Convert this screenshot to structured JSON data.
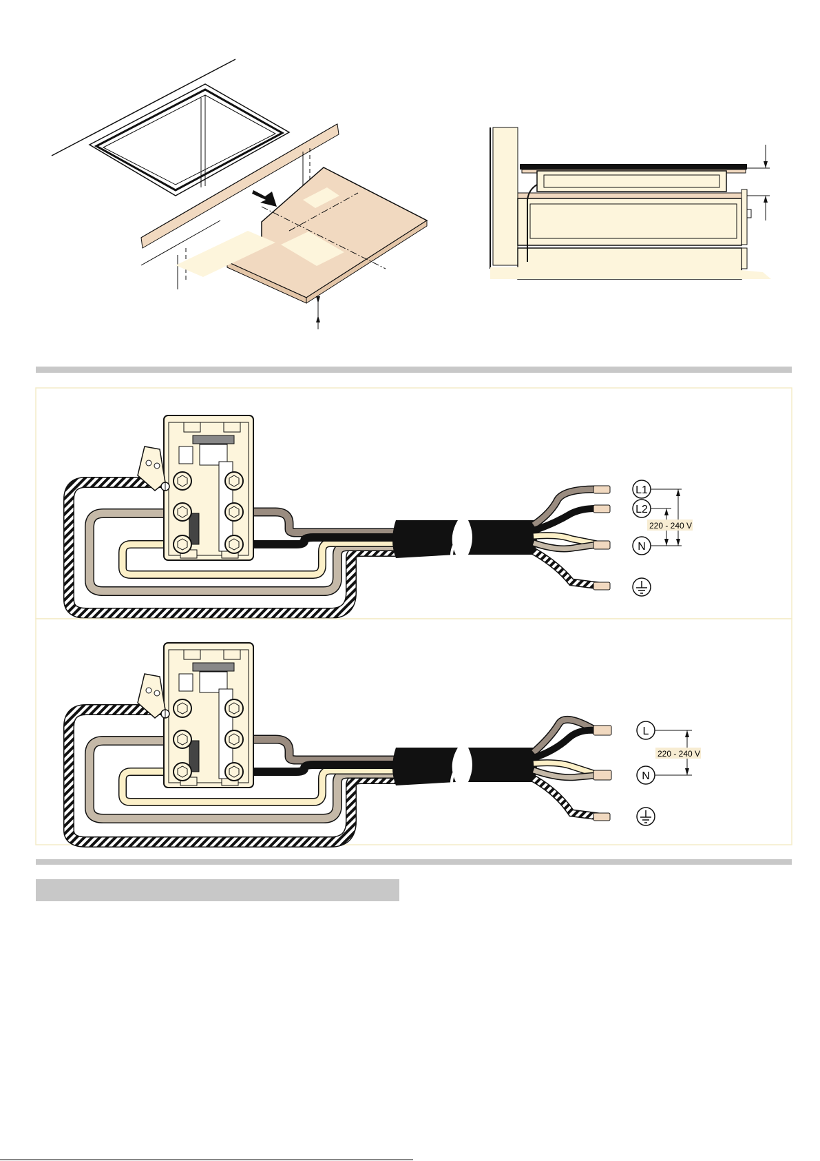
{
  "colors": {
    "wood": "#f1d9c0",
    "cream": "#fdf5dc",
    "wire_brown": "#9a8c80",
    "wire_light_brown": "#c5b9a8",
    "wire_black": "#1a1a1a",
    "wire_cream": "#fcf0c8",
    "divider_gray": "#c8c8c8",
    "panel_border": "#f4ecc8",
    "voltage_highlight": "#f7ecd2"
  },
  "diagram_1": {
    "terminals": {
      "l1": "L1",
      "l2": "L2",
      "n": "N",
      "earth": "earth-symbol"
    },
    "voltage": "220 - 240 V"
  },
  "diagram_2": {
    "terminals": {
      "l": "L",
      "n": "N",
      "earth": "earth-symbol"
    },
    "voltage": "220 - 240 V"
  }
}
